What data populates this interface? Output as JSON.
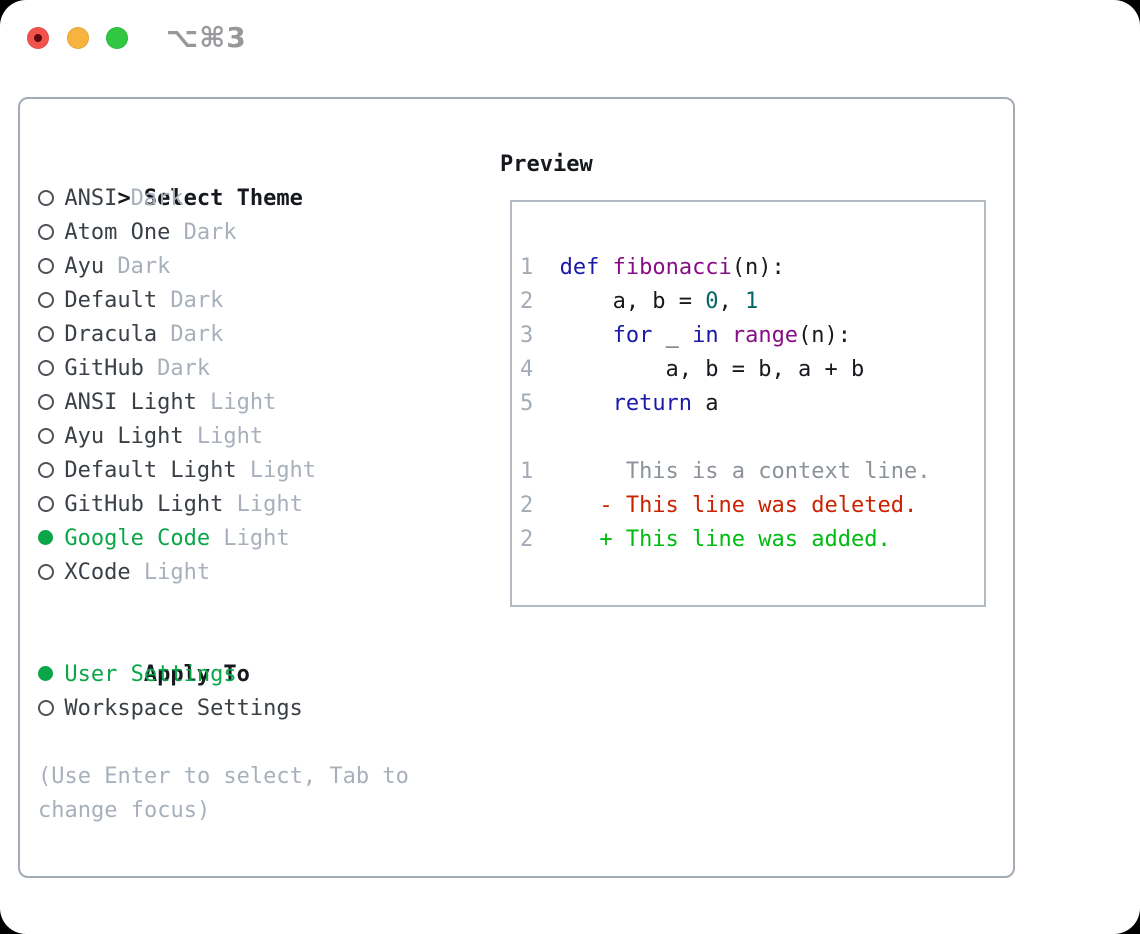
{
  "window": {
    "title": "⌥⌘3",
    "traffic_lights": [
      {
        "name": "close-button"
      },
      {
        "name": "minimize-button"
      },
      {
        "name": "zoom-button"
      }
    ]
  },
  "theme_picker": {
    "prompt": ">",
    "header": "Select Theme",
    "themes": [
      {
        "label": "ANSI",
        "variant": "Dark",
        "selected": false
      },
      {
        "label": "Atom One",
        "variant": "Dark",
        "selected": false
      },
      {
        "label": "Ayu",
        "variant": "Dark",
        "selected": false
      },
      {
        "label": "Default",
        "variant": "Dark",
        "selected": false
      },
      {
        "label": "Dracula",
        "variant": "Dark",
        "selected": false
      },
      {
        "label": "GitHub",
        "variant": "Dark",
        "selected": false
      },
      {
        "label": "ANSI Light",
        "variant": "Light",
        "selected": false
      },
      {
        "label": "Ayu Light",
        "variant": "Light",
        "selected": false
      },
      {
        "label": "Default Light",
        "variant": "Light",
        "selected": false
      },
      {
        "label": "GitHub Light",
        "variant": "Light",
        "selected": false
      },
      {
        "label": "Google Code",
        "variant": "Light",
        "selected": true
      },
      {
        "label": "XCode",
        "variant": "Light",
        "selected": false
      }
    ],
    "apply_to": {
      "header": "Apply To",
      "options": [
        {
          "label": "User Settings",
          "selected": true
        },
        {
          "label": "Workspace Settings",
          "selected": false
        }
      ]
    },
    "help": "(Use Enter to select, Tab to change focus)"
  },
  "preview": {
    "header": "Preview",
    "code_lines": [
      {
        "num": "1",
        "tokens": [
          {
            "t": "def",
            "s": "kw"
          },
          {
            "t": " ",
            "s": "pln"
          },
          {
            "t": "fibonacci",
            "s": "fn"
          },
          {
            "t": "(n):",
            "s": "pln"
          }
        ]
      },
      {
        "num": "2",
        "tokens": [
          {
            "t": "    a, b = ",
            "s": "pln"
          },
          {
            "t": "0",
            "s": "lit"
          },
          {
            "t": ", ",
            "s": "pln"
          },
          {
            "t": "1",
            "s": "lit"
          }
        ]
      },
      {
        "num": "3",
        "tokens": [
          {
            "t": "    ",
            "s": "pln"
          },
          {
            "t": "for",
            "s": "kw"
          },
          {
            "t": " _ ",
            "s": "pln"
          },
          {
            "t": "in",
            "s": "kw"
          },
          {
            "t": " ",
            "s": "pln"
          },
          {
            "t": "range",
            "s": "fn"
          },
          {
            "t": "(n):",
            "s": "pln"
          }
        ]
      },
      {
        "num": "4",
        "tokens": [
          {
            "t": "        a, b = b, a + b",
            "s": "pln"
          }
        ]
      },
      {
        "num": "5",
        "tokens": [
          {
            "t": "    ",
            "s": "pln"
          },
          {
            "t": "return",
            "s": "kw"
          },
          {
            "t": " a",
            "s": "pln"
          }
        ]
      },
      {
        "num": "",
        "tokens": []
      },
      {
        "num": "1",
        "tokens": [
          {
            "t": "     This is a context line.",
            "s": "ctx"
          }
        ]
      },
      {
        "num": "2",
        "tokens": [
          {
            "t": "   - This line was deleted.",
            "s": "del"
          }
        ]
      },
      {
        "num": "2",
        "tokens": [
          {
            "t": "   + This line was added.",
            "s": "add"
          }
        ]
      }
    ]
  },
  "colors": {
    "accent_green": "#0CA64A",
    "diff_added": "#00BB10",
    "diff_deleted": "#CB2200",
    "keyword": "#1A1AA8",
    "function_name": "#860F86",
    "number_literal": "#066666",
    "muted": "#A8B0BC",
    "line_number": "#A2ACB8",
    "traffic_red": "#F2544D",
    "traffic_yellow": "#F6B43E",
    "traffic_green": "#30C742"
  }
}
